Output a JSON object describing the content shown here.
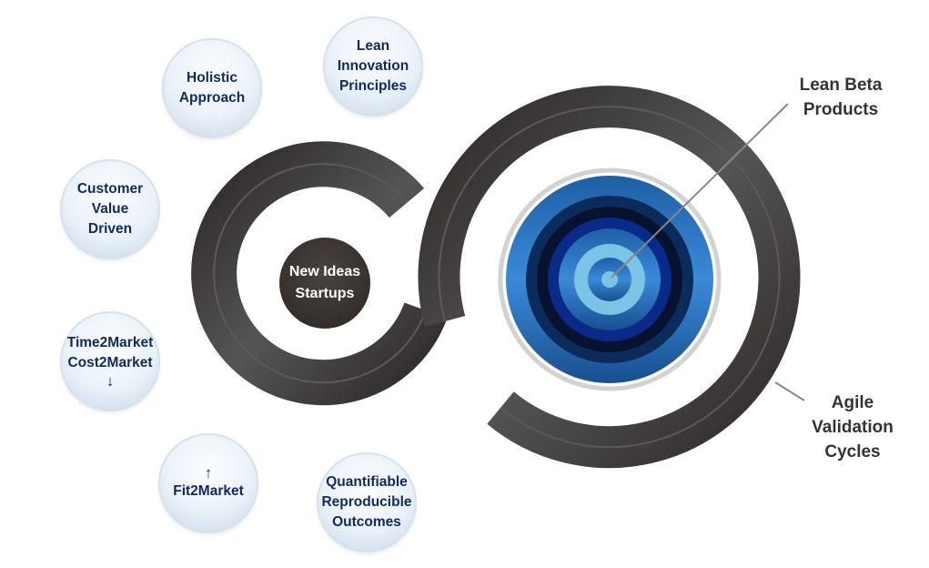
{
  "bubbles": {
    "holistic": [
      "Holistic",
      "Approach"
    ],
    "lean_innovation": [
      "Lean",
      "Innovation",
      "Principles"
    ],
    "customer": [
      "Customer",
      "Value",
      "Driven"
    ],
    "time2market": {
      "lines": [
        "Time2Market",
        "Cost2Market"
      ],
      "arrow": "↓"
    },
    "fit2market": {
      "arrow": "↑",
      "lines": [
        "Fit2Market"
      ]
    },
    "quantifiable": [
      "Quantifiable",
      "Reproducible",
      "Outcomes"
    ]
  },
  "center": [
    "New Ideas",
    "Startups"
  ],
  "labels": {
    "lean_beta": [
      "Lean Beta",
      "Products"
    ],
    "agile": [
      "Agile",
      "Validation",
      "Cycles"
    ]
  },
  "colors": {
    "ring": "#3a3633",
    "bubble_text": "#0f2a5c",
    "target_blue": "#2f7fd0",
    "target_light": "#7cc4e6"
  }
}
